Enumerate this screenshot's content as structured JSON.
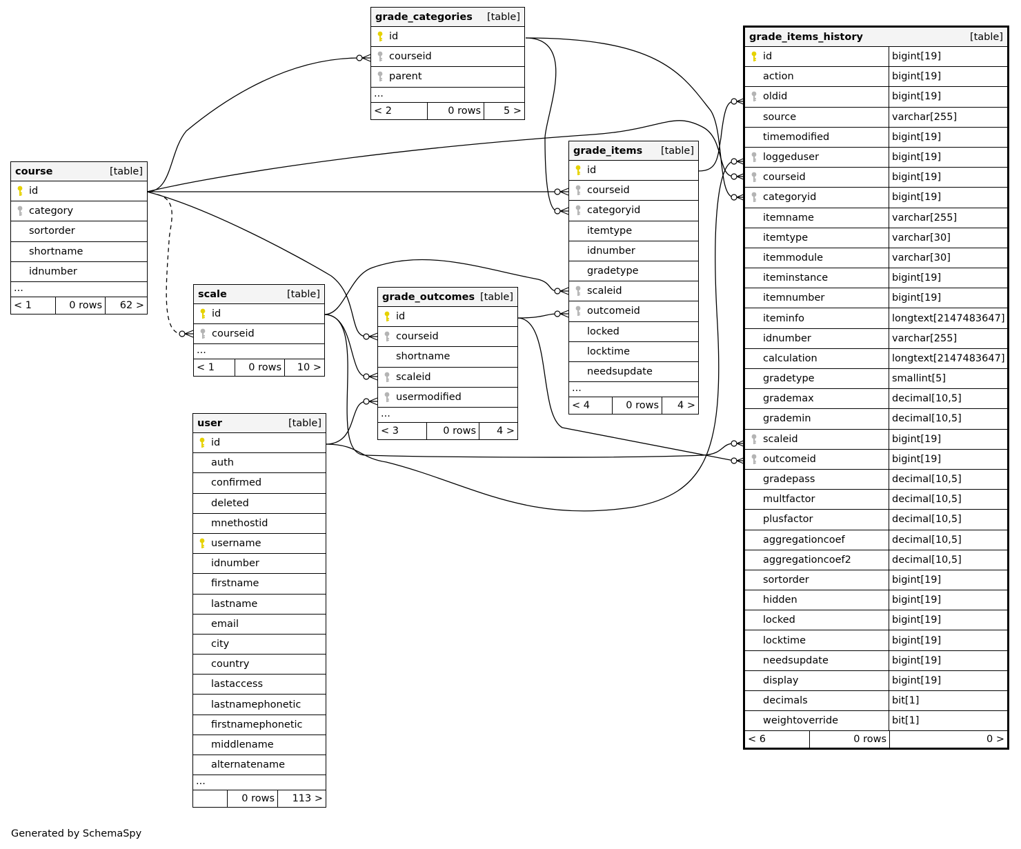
{
  "colors": {
    "primary_key": "#e6d200",
    "foreign_key": "#b4b4b4",
    "header_bg": "#f4f4f4"
  },
  "footer_text": "Generated by SchemaSpy",
  "tables": {
    "grade_categories": {
      "name": "grade_categories",
      "kind": "[table]",
      "columns": [
        {
          "name": "id",
          "key": "primary"
        },
        {
          "name": "courseid",
          "key": "foreign"
        },
        {
          "name": "parent",
          "key": "foreign"
        }
      ],
      "more": "...",
      "footer": [
        "< 2",
        "0 rows",
        "5 >"
      ]
    },
    "course": {
      "name": "course",
      "kind": "[table]",
      "columns": [
        {
          "name": "id",
          "key": "primary"
        },
        {
          "name": "category",
          "key": "foreign"
        },
        {
          "name": "sortorder",
          "key": "none"
        },
        {
          "name": "shortname",
          "key": "none"
        },
        {
          "name": "idnumber",
          "key": "none"
        }
      ],
      "more": "...",
      "footer": [
        "< 1",
        "0 rows",
        "62 >"
      ]
    },
    "scale": {
      "name": "scale",
      "kind": "[table]",
      "columns": [
        {
          "name": "id",
          "key": "primary"
        },
        {
          "name": "courseid",
          "key": "foreign"
        }
      ],
      "more": "...",
      "footer": [
        "< 1",
        "0 rows",
        "10 >"
      ]
    },
    "grade_outcomes": {
      "name": "grade_outcomes",
      "kind": "[table]",
      "columns": [
        {
          "name": "id",
          "key": "primary"
        },
        {
          "name": "courseid",
          "key": "foreign"
        },
        {
          "name": "shortname",
          "key": "none"
        },
        {
          "name": "scaleid",
          "key": "foreign"
        },
        {
          "name": "usermodified",
          "key": "foreign"
        }
      ],
      "more": "...",
      "footer": [
        "< 3",
        "0 rows",
        "4 >"
      ]
    },
    "grade_items": {
      "name": "grade_items",
      "kind": "[table]",
      "columns": [
        {
          "name": "id",
          "key": "primary"
        },
        {
          "name": "courseid",
          "key": "foreign"
        },
        {
          "name": "categoryid",
          "key": "foreign"
        },
        {
          "name": "itemtype",
          "key": "none"
        },
        {
          "name": "idnumber",
          "key": "none"
        },
        {
          "name": "gradetype",
          "key": "none"
        },
        {
          "name": "scaleid",
          "key": "foreign"
        },
        {
          "name": "outcomeid",
          "key": "foreign"
        },
        {
          "name": "locked",
          "key": "none"
        },
        {
          "name": "locktime",
          "key": "none"
        },
        {
          "name": "needsupdate",
          "key": "none"
        }
      ],
      "more": "...",
      "footer": [
        "< 4",
        "0 rows",
        "4 >"
      ]
    },
    "user": {
      "name": "user",
      "kind": "[table]",
      "columns": [
        {
          "name": "id",
          "key": "primary"
        },
        {
          "name": "auth",
          "key": "none"
        },
        {
          "name": "confirmed",
          "key": "none"
        },
        {
          "name": "deleted",
          "key": "none"
        },
        {
          "name": "mnethostid",
          "key": "none"
        },
        {
          "name": "username",
          "key": "primary"
        },
        {
          "name": "idnumber",
          "key": "none"
        },
        {
          "name": "firstname",
          "key": "none"
        },
        {
          "name": "lastname",
          "key": "none"
        },
        {
          "name": "email",
          "key": "none"
        },
        {
          "name": "city",
          "key": "none"
        },
        {
          "name": "country",
          "key": "none"
        },
        {
          "name": "lastaccess",
          "key": "none"
        },
        {
          "name": "lastnamephonetic",
          "key": "none"
        },
        {
          "name": "firstnamephonetic",
          "key": "none"
        },
        {
          "name": "middlename",
          "key": "none"
        },
        {
          "name": "alternatename",
          "key": "none"
        }
      ],
      "more": "...",
      "footer": [
        "",
        "0 rows",
        "113 >"
      ]
    },
    "grade_items_history": {
      "name": "grade_items_history",
      "kind": "[table]",
      "columns": [
        {
          "name": "id",
          "type": "bigint[19]",
          "key": "primary"
        },
        {
          "name": "action",
          "type": "bigint[19]",
          "key": "none"
        },
        {
          "name": "oldid",
          "type": "bigint[19]",
          "key": "foreign"
        },
        {
          "name": "source",
          "type": "varchar[255]",
          "key": "none"
        },
        {
          "name": "timemodified",
          "type": "bigint[19]",
          "key": "none"
        },
        {
          "name": "loggeduser",
          "type": "bigint[19]",
          "key": "foreign"
        },
        {
          "name": "courseid",
          "type": "bigint[19]",
          "key": "foreign"
        },
        {
          "name": "categoryid",
          "type": "bigint[19]",
          "key": "foreign"
        },
        {
          "name": "itemname",
          "type": "varchar[255]",
          "key": "none"
        },
        {
          "name": "itemtype",
          "type": "varchar[30]",
          "key": "none"
        },
        {
          "name": "itemmodule",
          "type": "varchar[30]",
          "key": "none"
        },
        {
          "name": "iteminstance",
          "type": "bigint[19]",
          "key": "none"
        },
        {
          "name": "itemnumber",
          "type": "bigint[19]",
          "key": "none"
        },
        {
          "name": "iteminfo",
          "type": "longtext[2147483647]",
          "key": "none"
        },
        {
          "name": "idnumber",
          "type": "varchar[255]",
          "key": "none"
        },
        {
          "name": "calculation",
          "type": "longtext[2147483647]",
          "key": "none"
        },
        {
          "name": "gradetype",
          "type": "smallint[5]",
          "key": "none"
        },
        {
          "name": "grademax",
          "type": "decimal[10,5]",
          "key": "none"
        },
        {
          "name": "grademin",
          "type": "decimal[10,5]",
          "key": "none"
        },
        {
          "name": "scaleid",
          "type": "bigint[19]",
          "key": "foreign"
        },
        {
          "name": "outcomeid",
          "type": "bigint[19]",
          "key": "foreign"
        },
        {
          "name": "gradepass",
          "type": "decimal[10,5]",
          "key": "none"
        },
        {
          "name": "multfactor",
          "type": "decimal[10,5]",
          "key": "none"
        },
        {
          "name": "plusfactor",
          "type": "decimal[10,5]",
          "key": "none"
        },
        {
          "name": "aggregationcoef",
          "type": "decimal[10,5]",
          "key": "none"
        },
        {
          "name": "aggregationcoef2",
          "type": "decimal[10,5]",
          "key": "none"
        },
        {
          "name": "sortorder",
          "type": "bigint[19]",
          "key": "none"
        },
        {
          "name": "hidden",
          "type": "bigint[19]",
          "key": "none"
        },
        {
          "name": "locked",
          "type": "bigint[19]",
          "key": "none"
        },
        {
          "name": "locktime",
          "type": "bigint[19]",
          "key": "none"
        },
        {
          "name": "needsupdate",
          "type": "bigint[19]",
          "key": "none"
        },
        {
          "name": "display",
          "type": "bigint[19]",
          "key": "none"
        },
        {
          "name": "decimals",
          "type": "bit[1]",
          "key": "none"
        },
        {
          "name": "weightoverride",
          "type": "bit[1]",
          "key": "none"
        }
      ],
      "footer": [
        "< 6",
        "0 rows",
        "0 >"
      ]
    }
  },
  "relationships": [
    {
      "from": "course.id",
      "to": "grade_categories.courseid",
      "style": "solid"
    },
    {
      "from": "grade_categories.id",
      "to": "grade_items.categoryid",
      "style": "solid"
    },
    {
      "from": "grade_categories.id",
      "to": "grade_items_history.categoryid",
      "style": "solid"
    },
    {
      "from": "course.id",
      "to": "grade_items.courseid",
      "style": "solid"
    },
    {
      "from": "course.id",
      "to": "grade_items_history.courseid",
      "style": "solid"
    },
    {
      "from": "course.id",
      "to": "scale.courseid",
      "style": "dashed"
    },
    {
      "from": "course.id",
      "to": "grade_outcomes.courseid",
      "style": "solid"
    },
    {
      "from": "scale.id",
      "to": "grade_outcomes.scaleid",
      "style": "solid"
    },
    {
      "from": "scale.id",
      "to": "grade_items.scaleid",
      "style": "solid"
    },
    {
      "from": "scale.id",
      "to": "grade_items_history.scaleid",
      "style": "solid"
    },
    {
      "from": "user.id",
      "to": "grade_outcomes.usermodified",
      "style": "solid"
    },
    {
      "from": "user.id",
      "to": "grade_items_history.loggeduser",
      "style": "solid"
    },
    {
      "from": "grade_outcomes.id",
      "to": "grade_items.outcomeid",
      "style": "solid"
    },
    {
      "from": "grade_outcomes.id",
      "to": "grade_items_history.outcomeid",
      "style": "solid"
    },
    {
      "from": "grade_items.id",
      "to": "grade_items_history.oldid",
      "style": "solid"
    }
  ]
}
